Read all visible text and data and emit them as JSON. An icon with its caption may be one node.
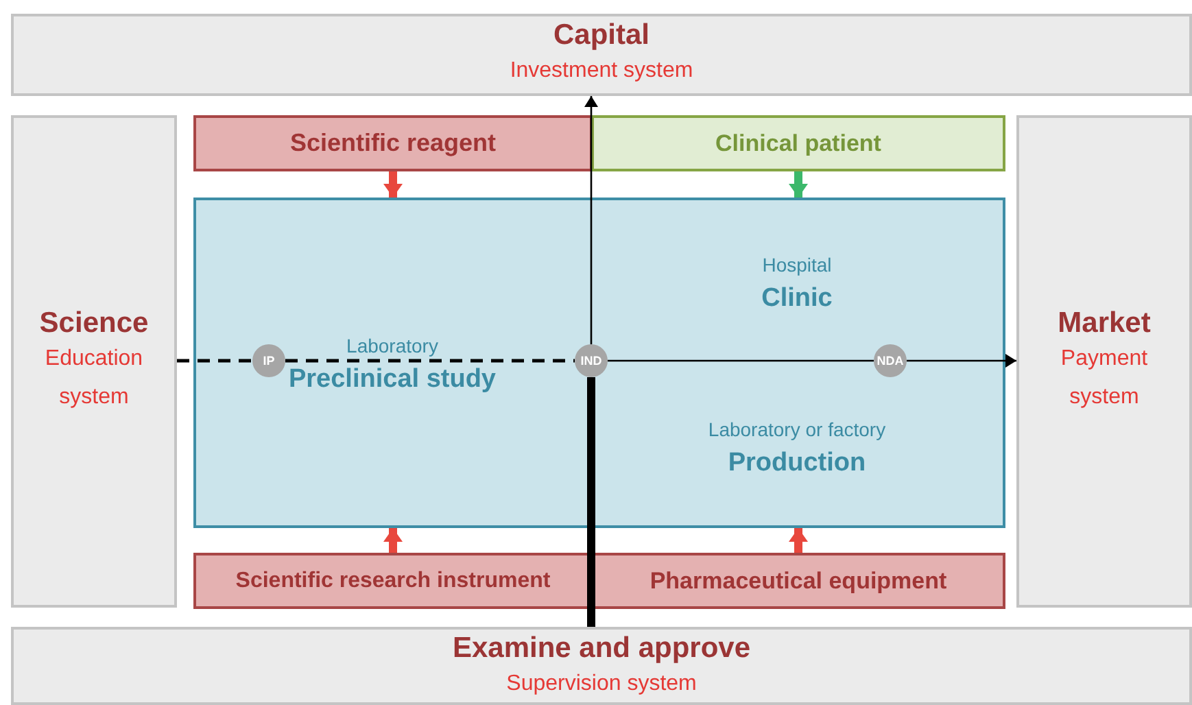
{
  "diagram": {
    "nodes": [
      {
        "text": [
          "Capital",
          "Investment system"
        ]
      },
      {
        "text": [
          "Science",
          "Education system"
        ]
      },
      {
        "text": [
          "Market",
          "Payment system"
        ]
      },
      {
        "text": [
          "Examine and approve",
          "Supervision system"
        ]
      },
      {
        "text": [
          "Scientific reagent"
        ]
      },
      {
        "text": [
          "Clinical patient"
        ]
      },
      {
        "text": [],
        "shape": "box"
      },
      {
        "text": [
          "Laboratory",
          "Preclinical study"
        ],
        "in": 6
      },
      {
        "text": [
          "Hospital",
          "Clinic"
        ],
        "in": 6
      },
      {
        "text": [
          "Laboratory or factory",
          "Production"
        ],
        "in": 6
      },
      {
        "text": [
          "Scientific research instrument"
        ]
      },
      {
        "text": [
          "Pharmaceutical equipment"
        ]
      },
      {
        "text": [
          "IP"
        ],
        "in": 6
      },
      {
        "text": [
          "IND"
        ],
        "in": 6
      },
      {
        "text": [
          "NDA"
        ],
        "in": 6
      }
    ],
    "edges": [
      {
        "from": 1,
        "to": 12,
        "arrow": "none",
        "style": "dashed"
      },
      {
        "from": 12,
        "to": 13,
        "arrow": "none",
        "style": "dashed"
      },
      {
        "from": 13,
        "to": 14,
        "arrow": "none"
      },
      {
        "from": 14,
        "to": 2,
        "arrow": "to"
      },
      {
        "from": 3,
        "to": 13,
        "arrow": "none",
        "style": "thick"
      },
      {
        "from": 13,
        "to": 0,
        "arrow": "to"
      },
      {
        "from": 4,
        "to": 6,
        "arrow": "to",
        "style": "thick",
        "color": "#e8473d"
      },
      {
        "from": 5,
        "to": 6,
        "arrow": "to",
        "style": "thick",
        "color": "#3cb86b"
      },
      {
        "from": 10,
        "to": 6,
        "arrow": "to",
        "style": "thick",
        "color": "#e8473d"
      },
      {
        "from": 11,
        "to": 6,
        "arrow": "to",
        "style": "thick",
        "color": "#e8473d"
      }
    ]
  }
}
